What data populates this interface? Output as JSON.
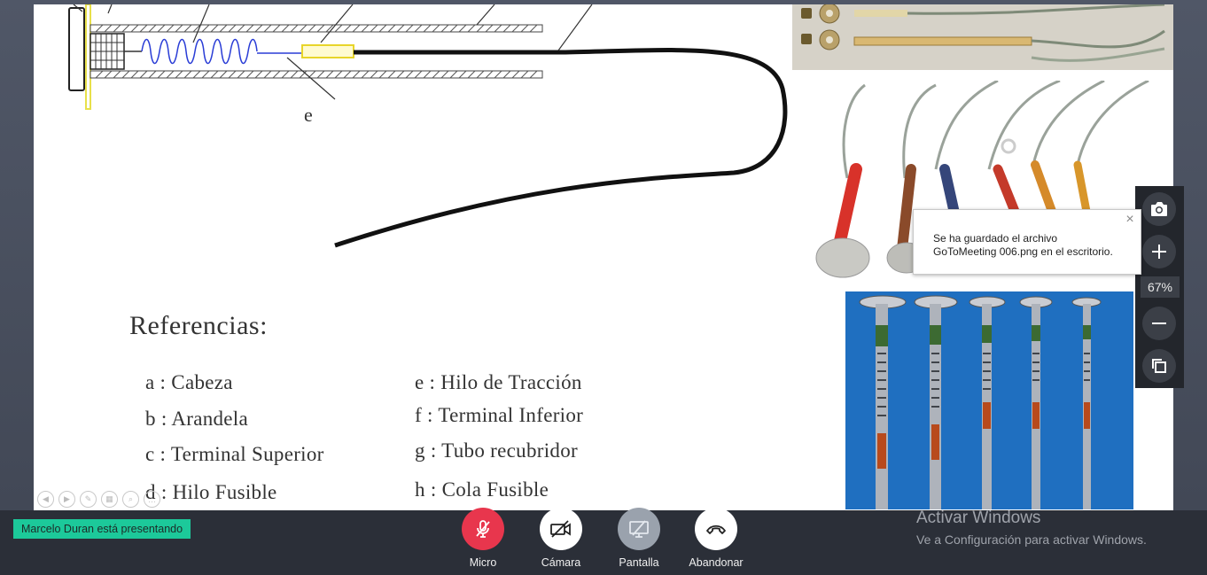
{
  "slide": {
    "label_e": "e",
    "references_title": "Referencias:",
    "references": [
      {
        "key": "a",
        "text": "a : Cabeza"
      },
      {
        "key": "b",
        "text": "b : Arandela"
      },
      {
        "key": "c",
        "text": "c : Terminal Superior"
      },
      {
        "key": "d",
        "text": "d : Hilo Fusible"
      },
      {
        "key": "e",
        "text": "e : Hilo de Tracción"
      },
      {
        "key": "f",
        "text": "f : Terminal Inferior"
      },
      {
        "key": "g",
        "text": "g : Tubo recubridor"
      },
      {
        "key": "h",
        "text": "h : Cola Fusible"
      }
    ]
  },
  "zoom": {
    "level": "67%",
    "buttons": [
      {
        "name": "screenshot",
        "icon": "camera-icon"
      },
      {
        "name": "zoom-in",
        "icon": "plus-icon"
      },
      {
        "name": "zoom-out",
        "icon": "minus-icon"
      },
      {
        "name": "popout",
        "icon": "copy-window-icon"
      }
    ]
  },
  "toast": {
    "message": "Se ha guardado el archivo GoToMeeting 006.png en el escritorio.",
    "close_icon": "close-icon"
  },
  "toolbar": {
    "presenter_status": "Marcelo Duran está presentando",
    "mic_label": "Micro",
    "camera_label": "Cámara",
    "screen_label": "Pantalla",
    "leave_label": "Abandonar",
    "mic_color": "#e8364d",
    "status_color": "#1cc99a"
  },
  "windows_watermark": {
    "title": "Activar Windows",
    "subtitle": "Ve a Configuración para activar Windows."
  }
}
